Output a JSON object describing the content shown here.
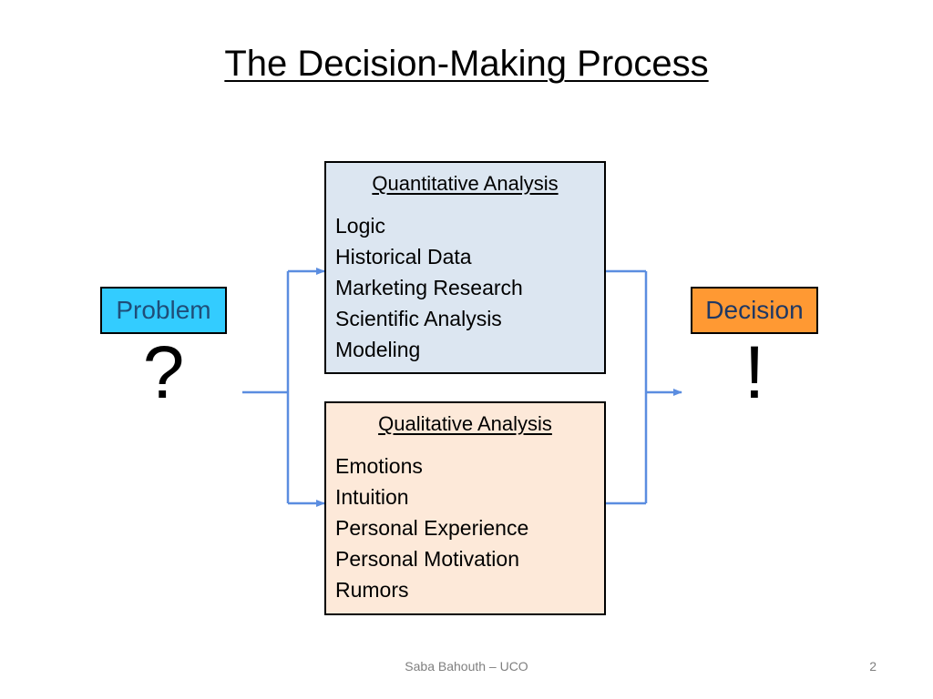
{
  "slide": {
    "title": "The Decision-Making Process",
    "footer": "Saba Bahouth – UCO",
    "page_number": "2"
  },
  "problem": {
    "label": "Problem",
    "symbol": "?",
    "fill_color": "#33ccff",
    "text_color": "#1f4e79"
  },
  "decision": {
    "label": "Decision",
    "symbol": "!",
    "fill_color": "#ff9933",
    "text_color": "#1f3864"
  },
  "quantitative": {
    "heading": "Quantitative Analysis",
    "fill_color": "#dce6f1",
    "items": [
      "Logic",
      "Historical Data",
      "Marketing Research",
      "Scientific Analysis",
      "Modeling"
    ]
  },
  "qualitative": {
    "heading": "Qualitative Analysis",
    "fill_color": "#fde9d9",
    "items": [
      "Emotions",
      "Intuition",
      "Personal Experience",
      "Personal Motivation",
      "Rumors"
    ]
  },
  "connector_color": "#5b8de0"
}
